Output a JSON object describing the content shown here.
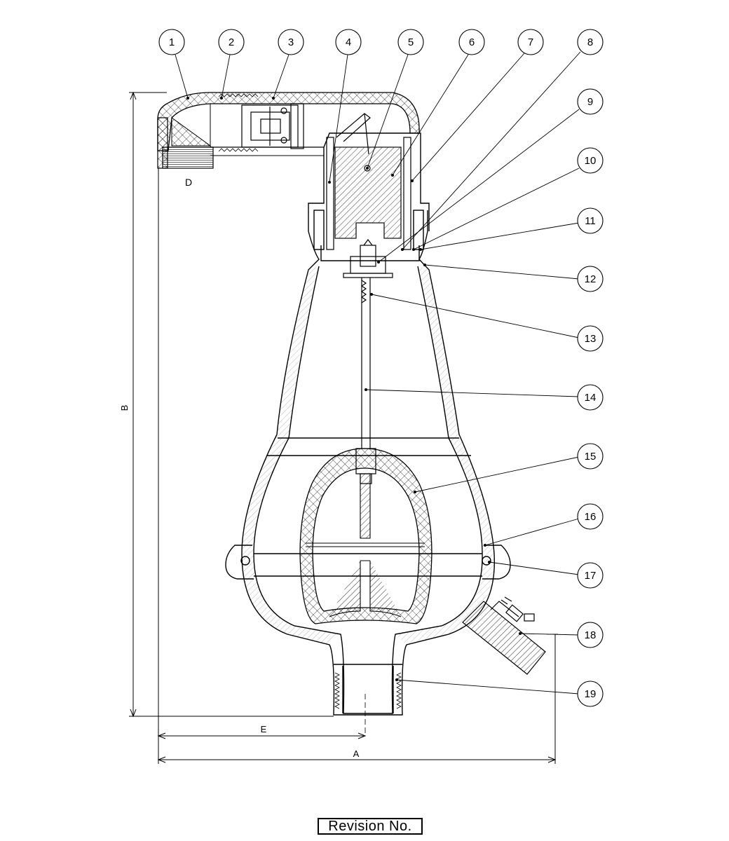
{
  "callouts": [
    "1",
    "2",
    "3",
    "4",
    "5",
    "6",
    "7",
    "8",
    "9",
    "10",
    "11",
    "12",
    "13",
    "14",
    "15",
    "16",
    "17",
    "18",
    "19"
  ],
  "dimensions": {
    "height_label": "B",
    "width_label": "A",
    "offset_label": "E",
    "detail_label": "D"
  },
  "revision": {
    "label": "Revision No."
  }
}
